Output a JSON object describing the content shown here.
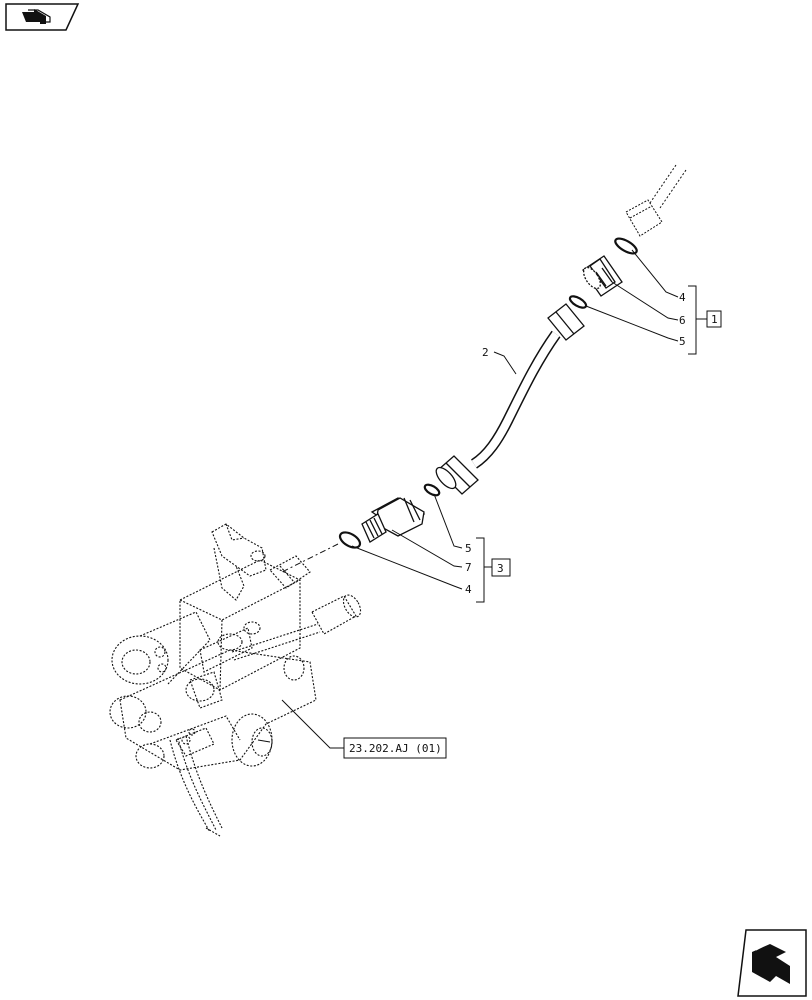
{
  "callouts": {
    "hose": "2",
    "oring_top": "4",
    "adapter_top": "6",
    "seal_top": "5",
    "seal_bottom": "5",
    "adapter_bottom": "7",
    "oring_bottom": "4"
  },
  "kit_refs": {
    "top": "1",
    "bottom": "3"
  },
  "cross_ref": "23.202.AJ (01)",
  "icons": {
    "top_left": "previous-page-arrow-icon",
    "bottom_right": "next-page-arrow-icon"
  }
}
